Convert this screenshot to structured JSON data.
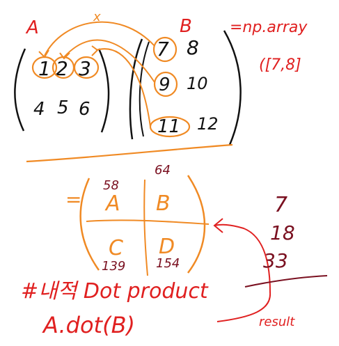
{
  "colors": {
    "ink": "#111111",
    "red": "#e02020",
    "orange": "#f08a24",
    "maroon": "#7a1020"
  },
  "labels": {
    "matrix_a": "A",
    "matrix_b": "B",
    "np_array": "=np.array",
    "np_array_value": "([7,8]",
    "title": "#내적 Dot product",
    "call": "A.dot(B)",
    "result": "result"
  },
  "matrix_a": {
    "row1": [
      "1",
      "2",
      "3"
    ],
    "row2": [
      "4",
      "5",
      "6"
    ]
  },
  "matrix_b": {
    "rows": [
      [
        "7",
        "8"
      ],
      [
        "9",
        "10"
      ],
      [
        "11",
        "12"
      ]
    ]
  },
  "result_matrix": {
    "cells": [
      "A",
      "B",
      "C",
      "D"
    ],
    "values": [
      "58",
      "64",
      "139",
      "154"
    ]
  },
  "side_calc": [
    "7",
    "18",
    "33"
  ],
  "cross_mark": "x",
  "equals": "="
}
